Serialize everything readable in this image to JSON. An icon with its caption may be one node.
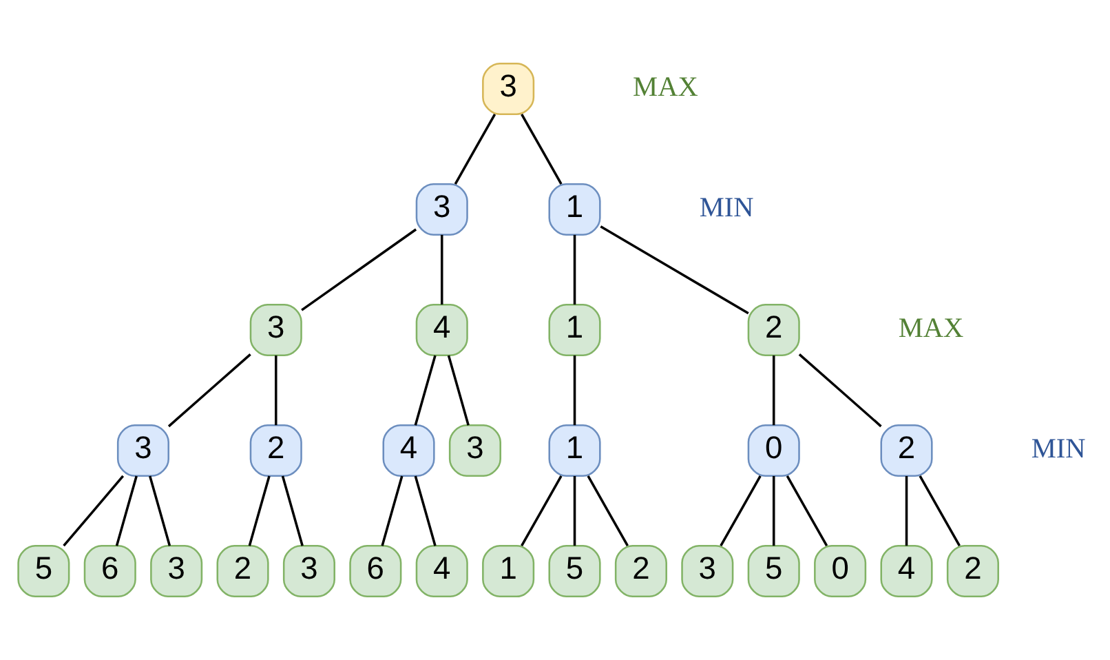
{
  "diagram": {
    "nodes": [
      {
        "text": [
          "3"
        ]
      },
      {
        "text": [
          "3"
        ]
      },
      {
        "text": [
          "1"
        ]
      },
      {
        "text": [
          "3"
        ]
      },
      {
        "text": [
          "4"
        ]
      },
      {
        "text": [
          "1"
        ]
      },
      {
        "text": [
          "2"
        ]
      },
      {
        "text": [
          "3"
        ]
      },
      {
        "text": [
          "2"
        ]
      },
      {
        "text": [
          "4"
        ]
      },
      {
        "text": [
          "1"
        ]
      },
      {
        "text": [
          "0"
        ]
      },
      {
        "text": [
          "2"
        ]
      },
      {
        "text": [
          "5"
        ]
      },
      {
        "text": [
          "6"
        ]
      },
      {
        "text": [
          "3"
        ]
      },
      {
        "text": [
          "2"
        ]
      },
      {
        "text": [
          "3"
        ]
      },
      {
        "text": [
          "6"
        ]
      },
      {
        "text": [
          "4"
        ]
      },
      {
        "text": [
          "3"
        ]
      },
      {
        "text": [
          "1"
        ]
      },
      {
        "text": [
          "5"
        ]
      },
      {
        "text": [
          "2"
        ]
      },
      {
        "text": [
          "3"
        ]
      },
      {
        "text": [
          "5"
        ]
      },
      {
        "text": [
          "0"
        ]
      },
      {
        "text": [
          "4"
        ]
      },
      {
        "text": [
          "2"
        ]
      }
    ],
    "edges": [
      {
        "from": 0,
        "to": 1,
        "arrow": "none"
      },
      {
        "from": 0,
        "to": 2,
        "arrow": "none"
      },
      {
        "from": 1,
        "to": 3,
        "arrow": "none"
      },
      {
        "from": 1,
        "to": 4,
        "arrow": "none"
      },
      {
        "from": 2,
        "to": 5,
        "arrow": "none"
      },
      {
        "from": 2,
        "to": 6,
        "arrow": "none"
      },
      {
        "from": 3,
        "to": 7,
        "arrow": "none"
      },
      {
        "from": 3,
        "to": 8,
        "arrow": "none"
      },
      {
        "from": 4,
        "to": 9,
        "arrow": "none"
      },
      {
        "from": 4,
        "to": 20,
        "arrow": "none"
      },
      {
        "from": 5,
        "to": 10,
        "arrow": "none"
      },
      {
        "from": 6,
        "to": 11,
        "arrow": "none"
      },
      {
        "from": 6,
        "to": 12,
        "arrow": "none"
      },
      {
        "from": 7,
        "to": 13,
        "arrow": "none"
      },
      {
        "from": 7,
        "to": 14,
        "arrow": "none"
      },
      {
        "from": 7,
        "to": 15,
        "arrow": "none"
      },
      {
        "from": 8,
        "to": 16,
        "arrow": "none"
      },
      {
        "from": 8,
        "to": 17,
        "arrow": "none"
      },
      {
        "from": 9,
        "to": 18,
        "arrow": "none"
      },
      {
        "from": 9,
        "to": 19,
        "arrow": "none"
      },
      {
        "from": 10,
        "to": 21,
        "arrow": "none"
      },
      {
        "from": 10,
        "to": 22,
        "arrow": "none"
      },
      {
        "from": 10,
        "to": 23,
        "arrow": "none"
      },
      {
        "from": 11,
        "to": 24,
        "arrow": "none"
      },
      {
        "from": 11,
        "to": 25,
        "arrow": "none"
      },
      {
        "from": 11,
        "to": 26,
        "arrow": "none"
      },
      {
        "from": 12,
        "to": 27,
        "arrow": "none"
      },
      {
        "from": 12,
        "to": 28,
        "arrow": "none"
      }
    ],
    "labels": [
      "MAX",
      "MIN",
      "MAX",
      "MIN"
    ]
  }
}
